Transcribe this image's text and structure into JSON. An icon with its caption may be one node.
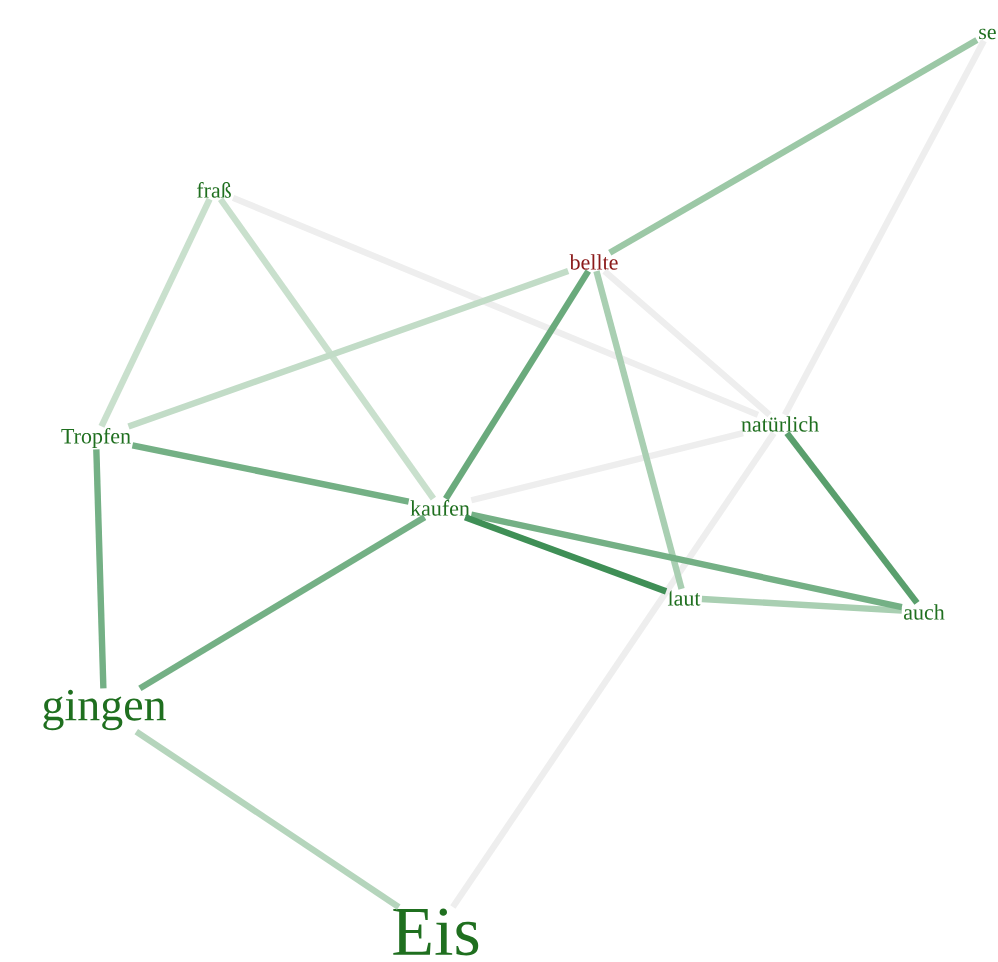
{
  "diagram": {
    "nodes": [
      {
        "text": [
          "se"
        ]
      },
      {
        "text": [
          "fraß"
        ]
      },
      {
        "text": [
          "bellte"
        ]
      },
      {
        "text": [
          "Tropfen"
        ]
      },
      {
        "text": [
          "natürlich"
        ]
      },
      {
        "text": [
          "kaufen"
        ]
      },
      {
        "text": [
          "laut"
        ]
      },
      {
        "text": [
          "auch"
        ]
      },
      {
        "text": [
          "gingen"
        ]
      },
      {
        "text": [
          "Eis"
        ]
      }
    ],
    "edges": [
      {
        "from": 0,
        "to": 4,
        "arrow": "none",
        "color": "#eeeeee"
      },
      {
        "from": 4,
        "to": 9,
        "arrow": "none",
        "color": "#eeeeee"
      },
      {
        "from": 1,
        "to": 4,
        "arrow": "none",
        "color": "#eeeeee"
      },
      {
        "from": 2,
        "to": 4,
        "arrow": "none",
        "color": "#eeeeee"
      },
      {
        "from": 4,
        "to": 5,
        "arrow": "none",
        "color": "#eeeeee"
      },
      {
        "from": 1,
        "to": 3,
        "arrow": "none",
        "color": "#c9e0cd"
      },
      {
        "from": 1,
        "to": 5,
        "arrow": "none",
        "color": "#c9e0cd"
      },
      {
        "from": 2,
        "to": 3,
        "arrow": "none",
        "color": "#c2dcc7"
      },
      {
        "from": 8,
        "to": 9,
        "arrow": "none",
        "color": "#b5d5bc"
      },
      {
        "from": 2,
        "to": 6,
        "arrow": "none",
        "color": "#a9cfb2"
      },
      {
        "from": 6,
        "to": 7,
        "arrow": "none",
        "color": "#a9cfb2"
      },
      {
        "from": 0,
        "to": 2,
        "arrow": "none",
        "color": "#9cc8a6"
      },
      {
        "from": 3,
        "to": 5,
        "arrow": "none",
        "color": "#74b085"
      },
      {
        "from": 3,
        "to": 8,
        "arrow": "none",
        "color": "#74b085"
      },
      {
        "from": 5,
        "to": 8,
        "arrow": "none",
        "color": "#74b085"
      },
      {
        "from": 5,
        "to": 7,
        "arrow": "none",
        "color": "#74b085"
      },
      {
        "from": 2,
        "to": 5,
        "arrow": "none",
        "color": "#6aaa7c"
      },
      {
        "from": 4,
        "to": 7,
        "arrow": "none",
        "color": "#5a9f6d"
      },
      {
        "from": 5,
        "to": 6,
        "arrow": "none",
        "color": "#3f8f56"
      }
    ]
  }
}
